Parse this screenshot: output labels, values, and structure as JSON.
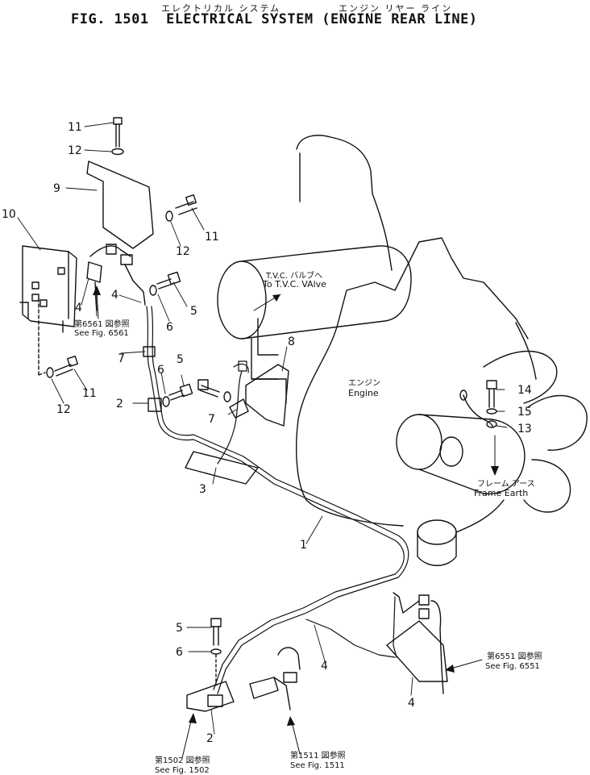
{
  "header": {
    "jp_title_1": "エレクトリカル システム",
    "jp_title_2": "エンジン リヤー ライン",
    "title": "FIG. 1501  ELECTRICAL SYSTEM (ENGINE REAR LINE)"
  },
  "callouts": {
    "c1": "1",
    "c2a": "2",
    "c2b": "2",
    "c3": "3",
    "c4a": "4",
    "c4b": "4",
    "c4c": "4",
    "c4d": "4",
    "c5a": "5",
    "c5b": "5",
    "c5c": "5",
    "c6a": "6",
    "c6b": "6",
    "c6c": "6",
    "c7a": "7",
    "c7b": "7",
    "c8": "8",
    "c9": "9",
    "c10": "10",
    "c11a": "11",
    "c11b": "11",
    "c11c": "11",
    "c12a": "12",
    "c12b": "12",
    "c12c": "12",
    "c13": "13",
    "c14": "14",
    "c15": "15"
  },
  "annotations": {
    "tvc_jp": "T.V.C. バルブへ",
    "tvc_en": "To T.V.C. VAlve",
    "engine_jp": "エンジン",
    "engine_en": "Engine",
    "frame_jp": "フレーム アース",
    "frame_en": "Frame Earth",
    "ref6561_jp": "第6561 図参照",
    "ref6561_en": "See Fig. 6561",
    "ref6551_jp": "第6551 図参照",
    "ref6551_en": "See Fig. 6551",
    "ref1502_jp": "第1502 図参照",
    "ref1502_en": "See Fig. 1502",
    "ref1511_jp": "第1511 図参照",
    "ref1511_en": "See Fig. 1511"
  }
}
